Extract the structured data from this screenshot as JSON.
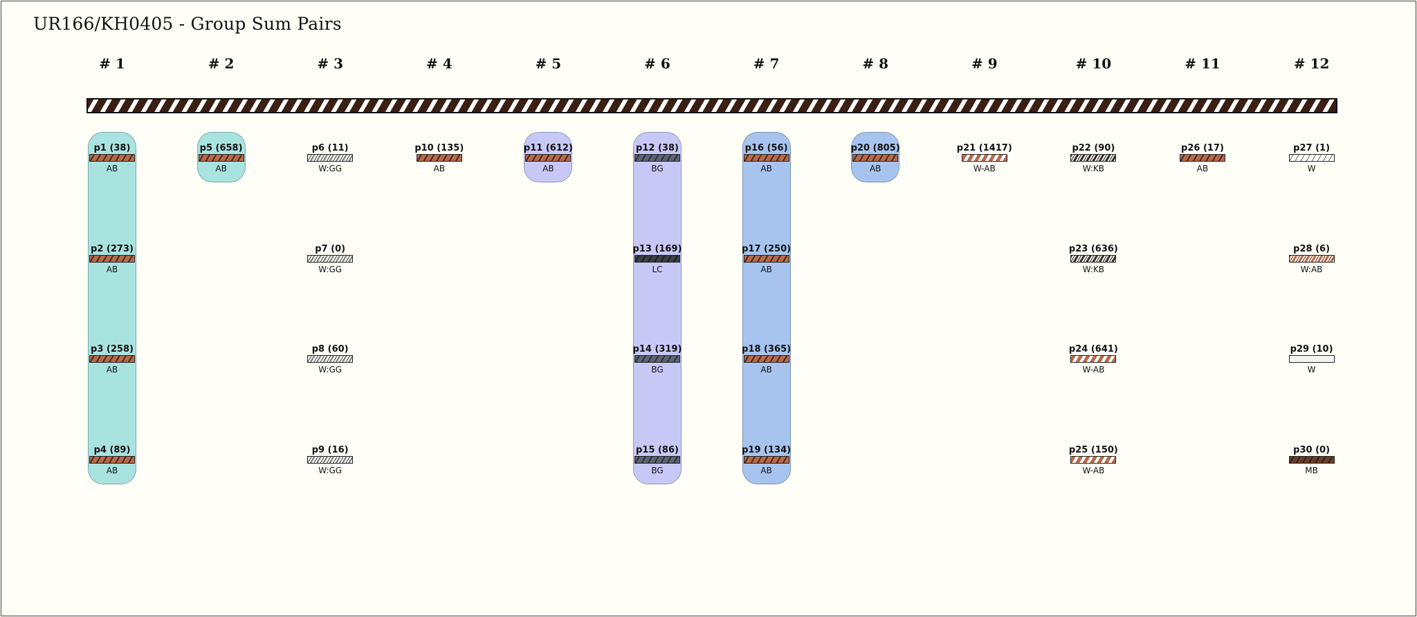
{
  "title": "UR166/KH0405 - Group Sum Pairs",
  "columns": [
    "# 1",
    "# 2",
    "# 3",
    "# 4",
    "# 5",
    "# 6",
    "# 7",
    "# 8",
    "# 9",
    "# 10",
    "# 11",
    "# 12"
  ],
  "colors": {
    "background": "#fffef7",
    "group_teal": "#a9e3df",
    "group_lavender": "#c8c8f7",
    "group_blue": "#a7c4ef",
    "timeline_dark": "#3a1f14"
  },
  "patterns": {
    "AB": "repeating-linear-gradient(-60deg, #b86a4a 0 6px, #4a2a1c 6px 8px)",
    "BG": "repeating-linear-gradient(-60deg, #5d6472 0 6px, #2e323a 6px 8px)",
    "LC": "repeating-linear-gradient(-60deg, #3b3f47 0 6px, #1d1f23 6px 8px)",
    "W": "repeating-linear-gradient(-60deg, #ffffff 0 6px, #6a6a6a 6px 7px)",
    "W-AB": "repeating-linear-gradient(-60deg, #b86a4a 0 5px, #ffffff 5px 9px)",
    "W:GG": "repeating-linear-gradient(-60deg, #ececec 0 3px, #7a7a7a 3px 5px, #ffffff 5px 7px, #444 7px 8px)",
    "W:KB": "repeating-linear-gradient(-60deg, #ffffff 0 2px, #3a2a22 2px 5px, #e8e8e8 5px 7px, #222 7px 8px)",
    "W:AB": "repeating-linear-gradient(-60deg, #ffffff 0 2px, #b86a4a 2px 5px, #f0e0d8 5px 7px, #6a3a28 7px 8px)",
    "W-plain": "#f4f4f4",
    "MB": "repeating-linear-gradient(-60deg, #6b3d28 0 6px, #3a2014 6px 8px)"
  },
  "groups": [
    {
      "col": 1,
      "row_start": 1,
      "row_end": 4,
      "color": "#a9e3df"
    },
    {
      "col": 2,
      "row_start": 1,
      "row_end": 1,
      "color": "#a9e3df"
    },
    {
      "col": 5,
      "row_start": 1,
      "row_end": 1,
      "color": "#c8c8f7"
    },
    {
      "col": 6,
      "row_start": 1,
      "row_end": 4,
      "color": "#c8c8f7"
    },
    {
      "col": 7,
      "row_start": 1,
      "row_end": 4,
      "color": "#a7c4ef"
    },
    {
      "col": 8,
      "row_start": 1,
      "row_end": 1,
      "color": "#a7c4ef"
    }
  ],
  "pieces": [
    {
      "label": "p1 (38)",
      "type": "AB",
      "pattern": "AB",
      "col": 1,
      "row": 1
    },
    {
      "label": "p2 (273)",
      "type": "AB",
      "pattern": "AB",
      "col": 1,
      "row": 2
    },
    {
      "label": "p3 (258)",
      "type": "AB",
      "pattern": "AB",
      "col": 1,
      "row": 3
    },
    {
      "label": "p4 (89)",
      "type": "AB",
      "pattern": "AB",
      "col": 1,
      "row": 4
    },
    {
      "label": "p5 (658)",
      "type": "AB",
      "pattern": "AB",
      "col": 2,
      "row": 1
    },
    {
      "label": "p6 (11)",
      "type": "W:GG",
      "pattern": "W:GG",
      "col": 3,
      "row": 1
    },
    {
      "label": "p7 (0)",
      "type": "W:GG",
      "pattern": "W:GG",
      "col": 3,
      "row": 2
    },
    {
      "label": "p8 (60)",
      "type": "W:GG",
      "pattern": "W:GG",
      "col": 3,
      "row": 3
    },
    {
      "label": "p9 (16)",
      "type": "W:GG",
      "pattern": "W:GG",
      "col": 3,
      "row": 4
    },
    {
      "label": "p10 (135)",
      "type": "AB",
      "pattern": "AB",
      "col": 4,
      "row": 1
    },
    {
      "label": "p11 (612)",
      "type": "AB",
      "pattern": "AB",
      "col": 5,
      "row": 1
    },
    {
      "label": "p12 (38)",
      "type": "BG",
      "pattern": "BG",
      "col": 6,
      "row": 1
    },
    {
      "label": "p13 (169)",
      "type": "LC",
      "pattern": "LC",
      "col": 6,
      "row": 2
    },
    {
      "label": "p14 (319)",
      "type": "BG",
      "pattern": "BG",
      "col": 6,
      "row": 3
    },
    {
      "label": "p15 (86)",
      "type": "BG",
      "pattern": "BG",
      "col": 6,
      "row": 4
    },
    {
      "label": "p16 (56)",
      "type": "AB",
      "pattern": "AB",
      "col": 7,
      "row": 1
    },
    {
      "label": "p17 (250)",
      "type": "AB",
      "pattern": "AB",
      "col": 7,
      "row": 2
    },
    {
      "label": "p18 (365)",
      "type": "AB",
      "pattern": "AB",
      "col": 7,
      "row": 3
    },
    {
      "label": "p19 (134)",
      "type": "AB",
      "pattern": "AB",
      "col": 7,
      "row": 4
    },
    {
      "label": "p20 (805)",
      "type": "AB",
      "pattern": "AB",
      "col": 8,
      "row": 1
    },
    {
      "label": "p21 (1417)",
      "type": "W-AB",
      "pattern": "W-AB",
      "col": 9,
      "row": 1
    },
    {
      "label": "p22 (90)",
      "type": "W:KB",
      "pattern": "W:KB",
      "col": 10,
      "row": 1
    },
    {
      "label": "p23 (636)",
      "type": "W:KB",
      "pattern": "W:KB",
      "col": 10,
      "row": 2
    },
    {
      "label": "p24 (641)",
      "type": "W-AB",
      "pattern": "W-AB",
      "col": 10,
      "row": 3
    },
    {
      "label": "p25 (150)",
      "type": "W-AB",
      "pattern": "W-AB",
      "col": 10,
      "row": 4
    },
    {
      "label": "p26 (17)",
      "type": "AB",
      "pattern": "AB",
      "col": 11,
      "row": 1
    },
    {
      "label": "p27 (1)",
      "type": "W",
      "pattern": "W",
      "col": 12,
      "row": 1
    },
    {
      "label": "p28 (6)",
      "type": "W:AB",
      "pattern": "W:AB",
      "col": 12,
      "row": 2
    },
    {
      "label": "p29 (10)",
      "type": "W",
      "pattern": "W-plain",
      "col": 12,
      "row": 3
    },
    {
      "label": "p30 (0)",
      "type": "MB",
      "pattern": "MB",
      "col": 12,
      "row": 4
    }
  ]
}
